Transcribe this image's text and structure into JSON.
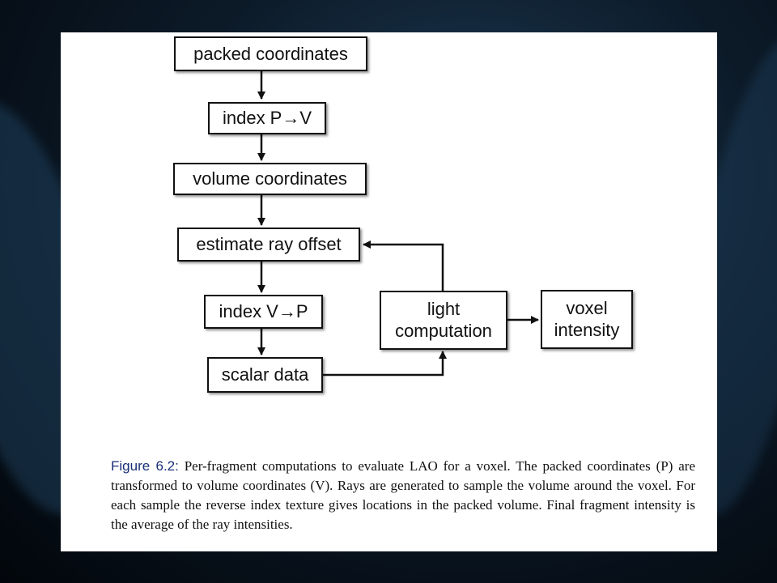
{
  "diagram": {
    "nodes": {
      "packed_coordinates": "packed coordinates",
      "index_p_v": "index P→V",
      "volume_coordinates": "volume coordinates",
      "estimate_ray_offset": "estimate ray offset",
      "index_v_p": "index V→P",
      "scalar_data": "scalar data",
      "light_computation_line1": "light",
      "light_computation_line2": "computation",
      "voxel_intensity_line1": "voxel",
      "voxel_intensity_line2": "intensity"
    },
    "edges": [
      {
        "from": "packed_coordinates",
        "to": "index_p_v"
      },
      {
        "from": "index_p_v",
        "to": "volume_coordinates"
      },
      {
        "from": "volume_coordinates",
        "to": "estimate_ray_offset"
      },
      {
        "from": "estimate_ray_offset",
        "to": "index_v_p"
      },
      {
        "from": "index_v_p",
        "to": "scalar_data"
      },
      {
        "from": "scalar_data",
        "to": "light_computation"
      },
      {
        "from": "light_computation",
        "to": "estimate_ray_offset"
      },
      {
        "from": "light_computation",
        "to": "voxel_intensity"
      }
    ]
  },
  "caption": {
    "label": "Figure 6.2:",
    "text": " Per-fragment computations to evaluate LAO for a voxel. The packed coordinates (P) are transformed to volume coordinates (V). Rays are generated to sample the volume around the voxel. For each sample the reverse index texture gives locations in the packed volume. Final fragment intensity is the average of the ray intensities."
  },
  "colors": {
    "caption_label": "#1a2f78",
    "box_border": "#111111",
    "slide_background": "#ffffff"
  }
}
